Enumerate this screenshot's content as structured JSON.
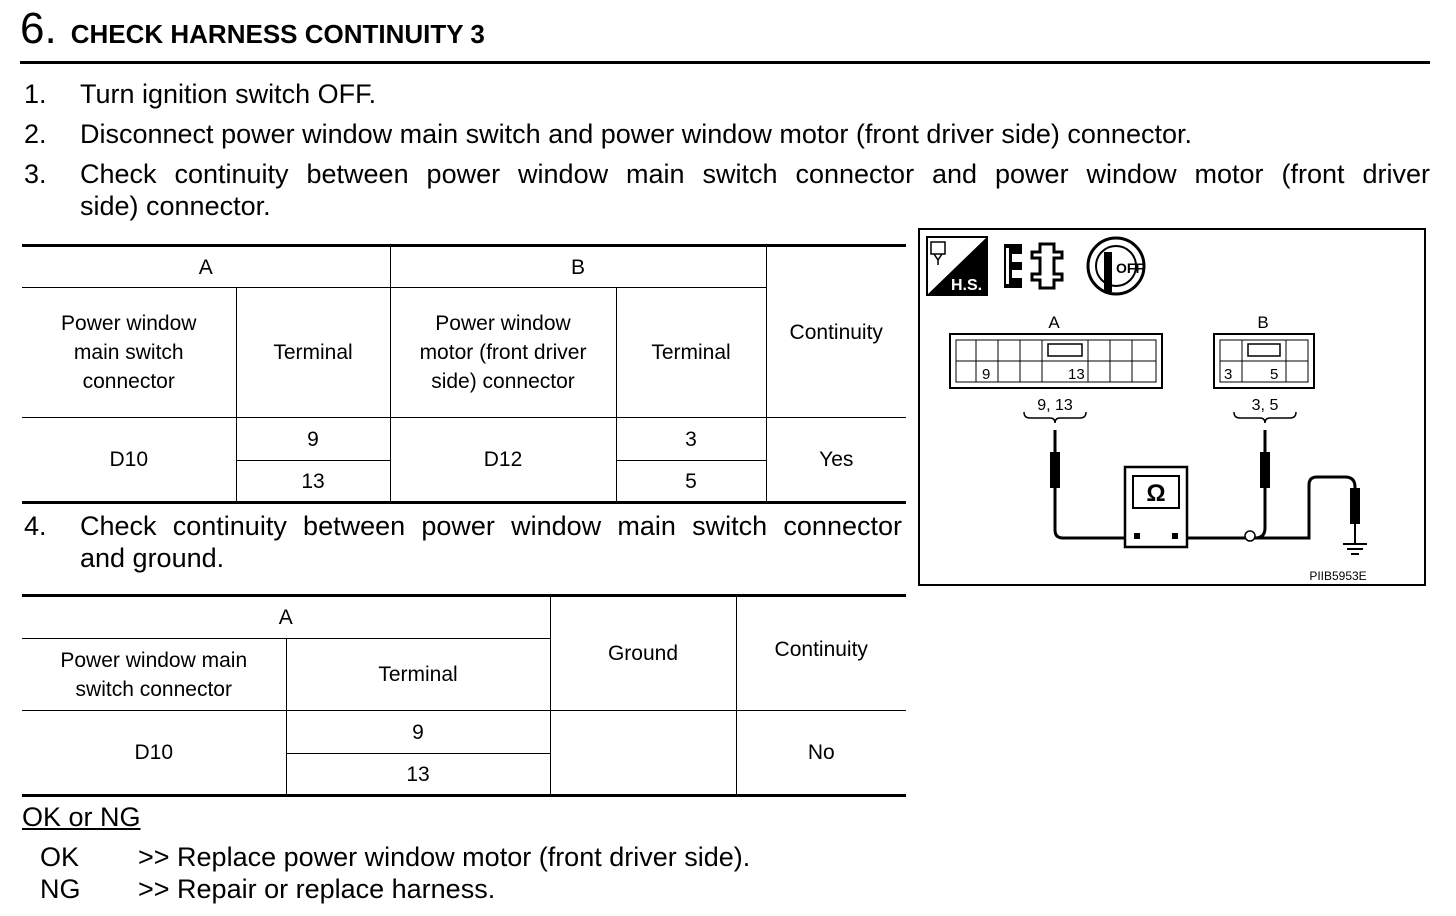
{
  "heading": {
    "number": "6.",
    "title": "CHECK HARNESS CONTINUITY 3"
  },
  "steps": [
    {
      "n": "1.",
      "text": "Turn ignition switch OFF."
    },
    {
      "n": "2.",
      "text": "Disconnect power window main switch and power window motor (front driver side) connector."
    },
    {
      "n": "3.",
      "text_line1": "Check continuity between power window main switch connector and power window motor (front driver",
      "text_line2": "side) connector."
    },
    {
      "n": "4.",
      "text_line1": "Check continuity between power window main switch connector",
      "text_line2": "and ground."
    }
  ],
  "table1": {
    "group_a": "A",
    "group_b": "B",
    "col_a_connector": "Power window main switch connector",
    "col_a_terminal": "Terminal",
    "col_b_connector": "Power window motor (front driver side) connector",
    "col_b_terminal": "Terminal",
    "col_continuity": "Continuity",
    "a_connector": "D10",
    "a_terminals": [
      "9",
      "13"
    ],
    "b_connector": "D12",
    "b_terminals": [
      "3",
      "5"
    ],
    "continuity": "Yes"
  },
  "table2": {
    "group_a": "A",
    "col_a_connector": "Power window main switch connector",
    "col_a_terminal": "Terminal",
    "col_ground": "Ground",
    "col_continuity": "Continuity",
    "a_connector": "D10",
    "a_terminals": [
      "9",
      "13"
    ],
    "continuity": "No"
  },
  "okng": {
    "title": "OK or NG",
    "ok_label": "OK",
    "ok_text": ">> Replace power window motor (front driver side).",
    "ng_label": "NG",
    "ng_text": ">> Repair or replace harness."
  },
  "diagram": {
    "hs_label": "H.S.",
    "off_label": "OFF",
    "conn_a_label": "A",
    "conn_b_label": "B",
    "a_pin_1": "9",
    "a_pin_2": "13",
    "b_pin_1": "3",
    "b_pin_2": "5",
    "a_probe_label": "9, 13",
    "b_probe_label": "3, 5",
    "ohm_symbol": "Ω",
    "figure_id": "PIIB5953E"
  }
}
